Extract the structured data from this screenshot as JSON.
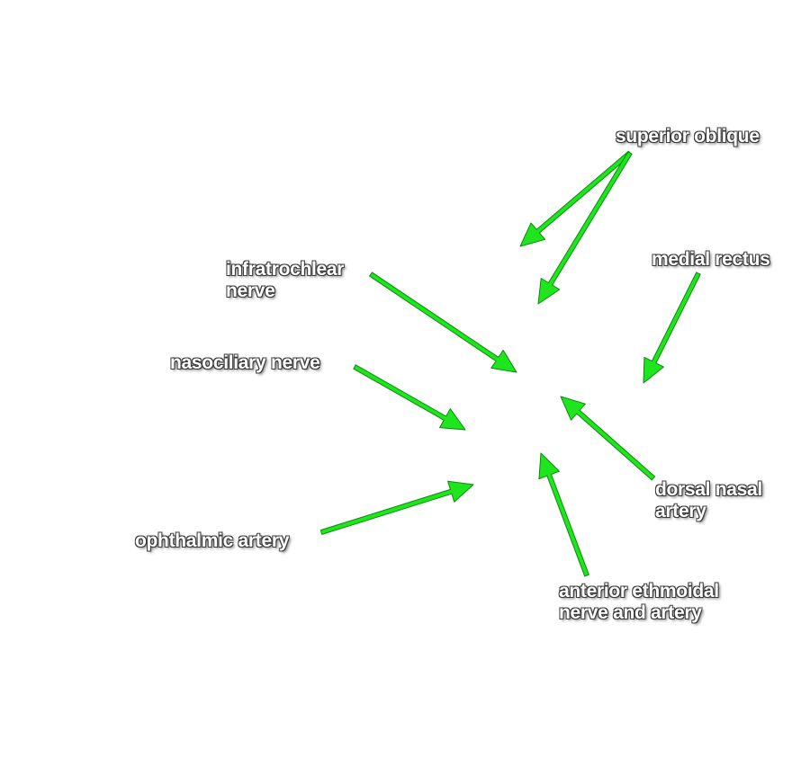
{
  "colors": {
    "arrow": "#1ee51e",
    "arrow_outline": "#0c8a0c",
    "label_text": "#ffffff",
    "label_shadow": "#3a3a3a",
    "background": "#ffffff"
  },
  "labels": {
    "superior_oblique": "superior oblique",
    "medial_rectus": "medial rectus",
    "infratrochlear_line1": "infratrochlear",
    "infratrochlear_line2": "nerve",
    "nasociliary_nerve": "nasociliary nerve",
    "dorsal_nasal_line1": "dorsal nasal",
    "dorsal_nasal_line2": "artery",
    "ophthalmic_artery": "ophthalmic artery",
    "anterior_ethmoidal_line1": "anterior ethmoidal",
    "anterior_ethmoidal_line2": "nerve and artery"
  }
}
